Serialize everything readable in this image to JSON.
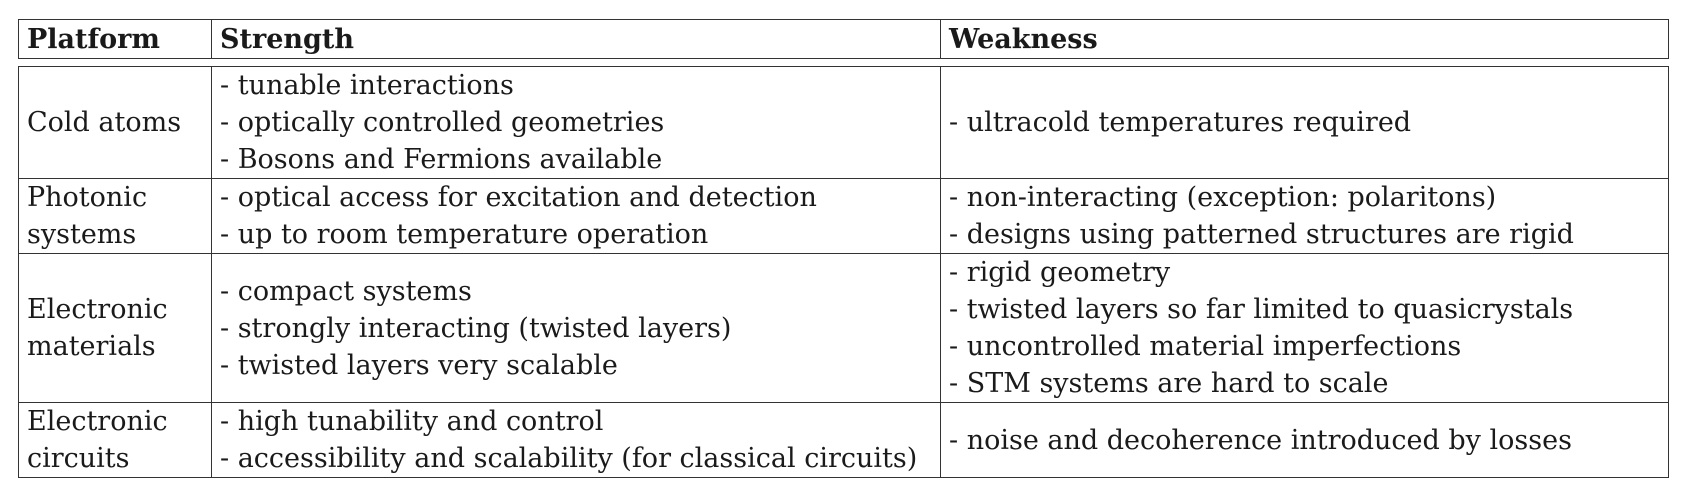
{
  "headers": {
    "platform": "Platform",
    "strength": "Strength",
    "weakness": "Weakness"
  },
  "rows": [
    {
      "platform": [
        "Cold atoms"
      ],
      "strength": [
        "- tunable interactions",
        "- optically controlled geometries",
        "- Bosons and Fermions available"
      ],
      "weakness": [
        "- ultracold temperatures required"
      ]
    },
    {
      "platform": [
        "Photonic",
        "systems"
      ],
      "strength": [
        "- optical access for excitation and detection",
        "- up to room temperature operation"
      ],
      "weakness": [
        "- non-interacting (exception: polaritons)",
        "- designs using patterned structures are rigid"
      ]
    },
    {
      "platform": [
        "Electronic",
        "materials"
      ],
      "strength": [
        "- compact systems",
        "- strongly interacting (twisted layers)",
        "- twisted layers very scalable"
      ],
      "weakness": [
        "- rigid geometry",
        "- twisted layers so far limited to quasicrystals",
        "- uncontrolled material imperfections",
        "- STM systems are hard to scale"
      ]
    },
    {
      "platform": [
        "Electronic",
        "circuits"
      ],
      "strength": [
        "- high tunability and control",
        "- accessibility and scalability (for classical circuits)"
      ],
      "weakness": [
        "- noise and decoherence introduced by losses"
      ]
    }
  ]
}
